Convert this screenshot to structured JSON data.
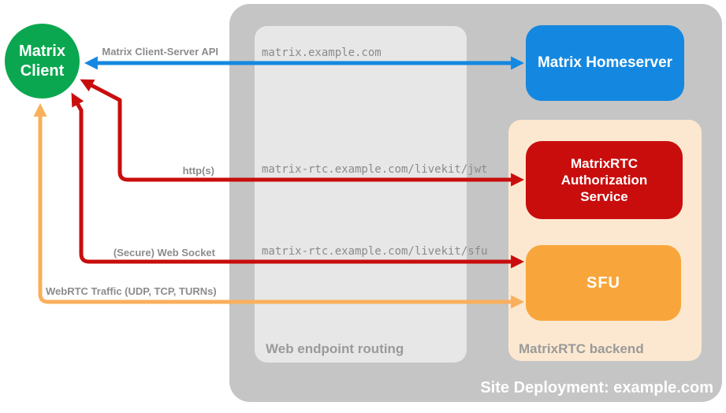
{
  "containers": {
    "site": {
      "label": "Site Deployment: example.com",
      "color": "#c5c5c5"
    },
    "routing": {
      "label": "Web endpoint routing",
      "color": "#e7e7e7"
    },
    "backend": {
      "label": "MatrixRTC backend",
      "color": "#fce8d0"
    }
  },
  "nodes": {
    "matrix_client": {
      "label": "Matrix Client",
      "color": "#0ba750"
    },
    "matrix_homeserver": {
      "label": "Matrix Homeserver",
      "color": "#1488e0"
    },
    "auth_service": {
      "label": "MatrixRTC Authorization Service",
      "color": "#c90d0d"
    },
    "sfu": {
      "label": "SFU",
      "color": "#f8a63b"
    }
  },
  "routes": {
    "homeserver": "matrix.example.com",
    "jwt": "matrix-rtc.example.com/livekit/jwt",
    "sfu": "matrix-rtc.example.com/livekit/sfu"
  },
  "arrows": {
    "client_server_api": {
      "label": "Matrix Client-Server API",
      "color": "#1488e0",
      "direction": "bidirectional"
    },
    "https": {
      "label": "http(s)",
      "color": "#c90d0d",
      "direction": "bidirectional"
    },
    "websocket": {
      "label": "(Secure) Web Socket",
      "color": "#c90d0d",
      "direction": "bidirectional"
    },
    "webrtc": {
      "label": "WebRTC Traffic (UDP, TCP, TURNs)",
      "color": "#f9af5b",
      "direction": "bidirectional"
    }
  }
}
